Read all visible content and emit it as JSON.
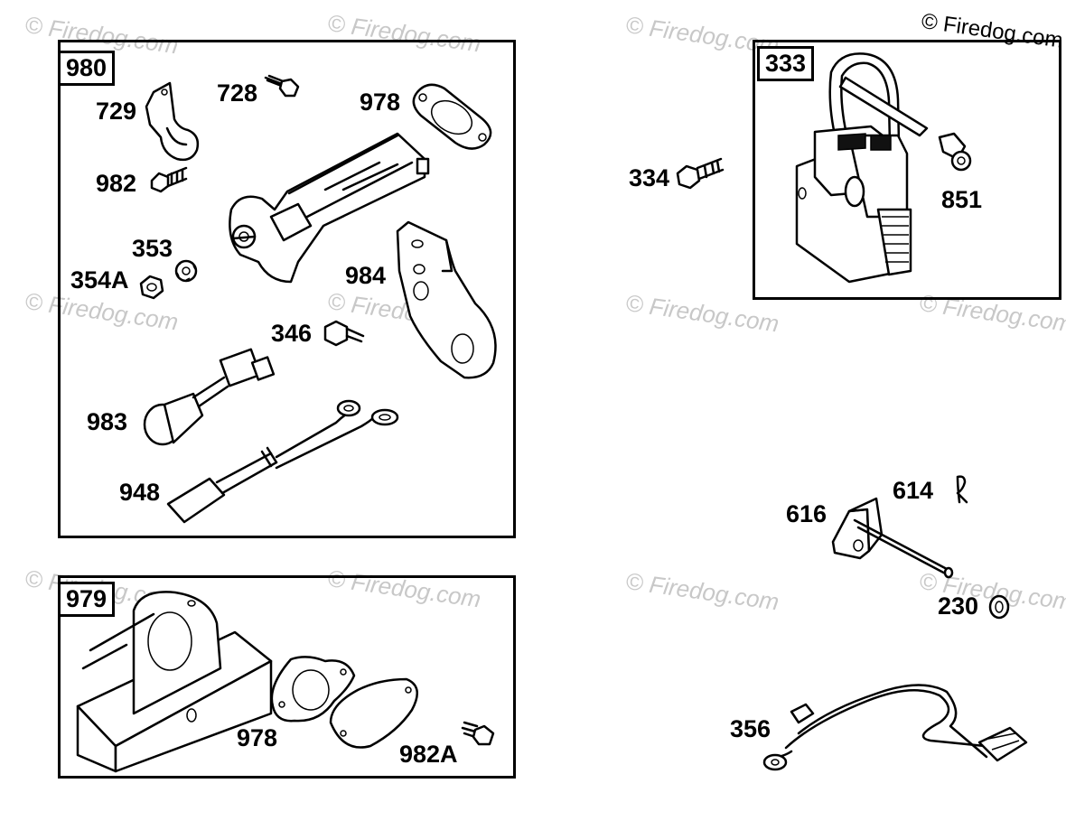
{
  "watermark": "© Firedog.com",
  "copyright": "© Firedog.com",
  "groups": {
    "g980": "980",
    "g979": "979",
    "g333": "333"
  },
  "labels": {
    "p729": "729",
    "p728": "728",
    "p978a": "978",
    "p982": "982",
    "p353": "353",
    "p354A": "354A",
    "p984": "984",
    "p346": "346",
    "p983": "983",
    "p948": "948",
    "p978b": "978",
    "p982A": "982A",
    "p334": "334",
    "p851": "851",
    "p614": "614",
    "p616": "616",
    "p230": "230",
    "p356": "356"
  }
}
